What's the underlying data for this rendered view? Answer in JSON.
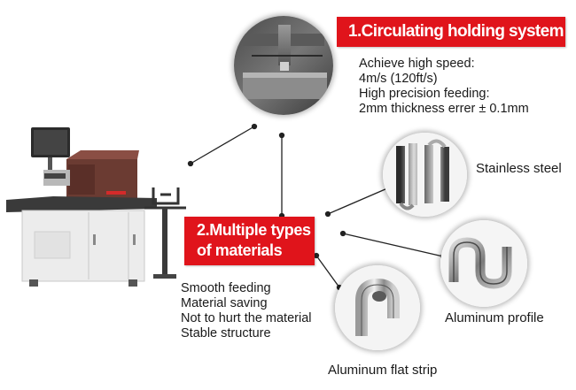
{
  "section1": {
    "title": "1.Circulating holding system",
    "lines": [
      "Achieve high speed:",
      "4m/s (120ft/s)",
      "High precision feeding:",
      "2mm thickness errer ± 0.1mm"
    ]
  },
  "section2": {
    "title_line1": "2.Multiple types",
    "title_line2": "of materials",
    "features": [
      "Smooth feeding",
      "Material saving",
      "Not to hurt the material",
      "Stable structure"
    ]
  },
  "materials": {
    "stainless": "Stainless steel",
    "profile": "Aluminum profile",
    "flat": "Aluminum flat strip"
  },
  "colors": {
    "accent": "#e0141b",
    "text": "#1a1a1a"
  }
}
